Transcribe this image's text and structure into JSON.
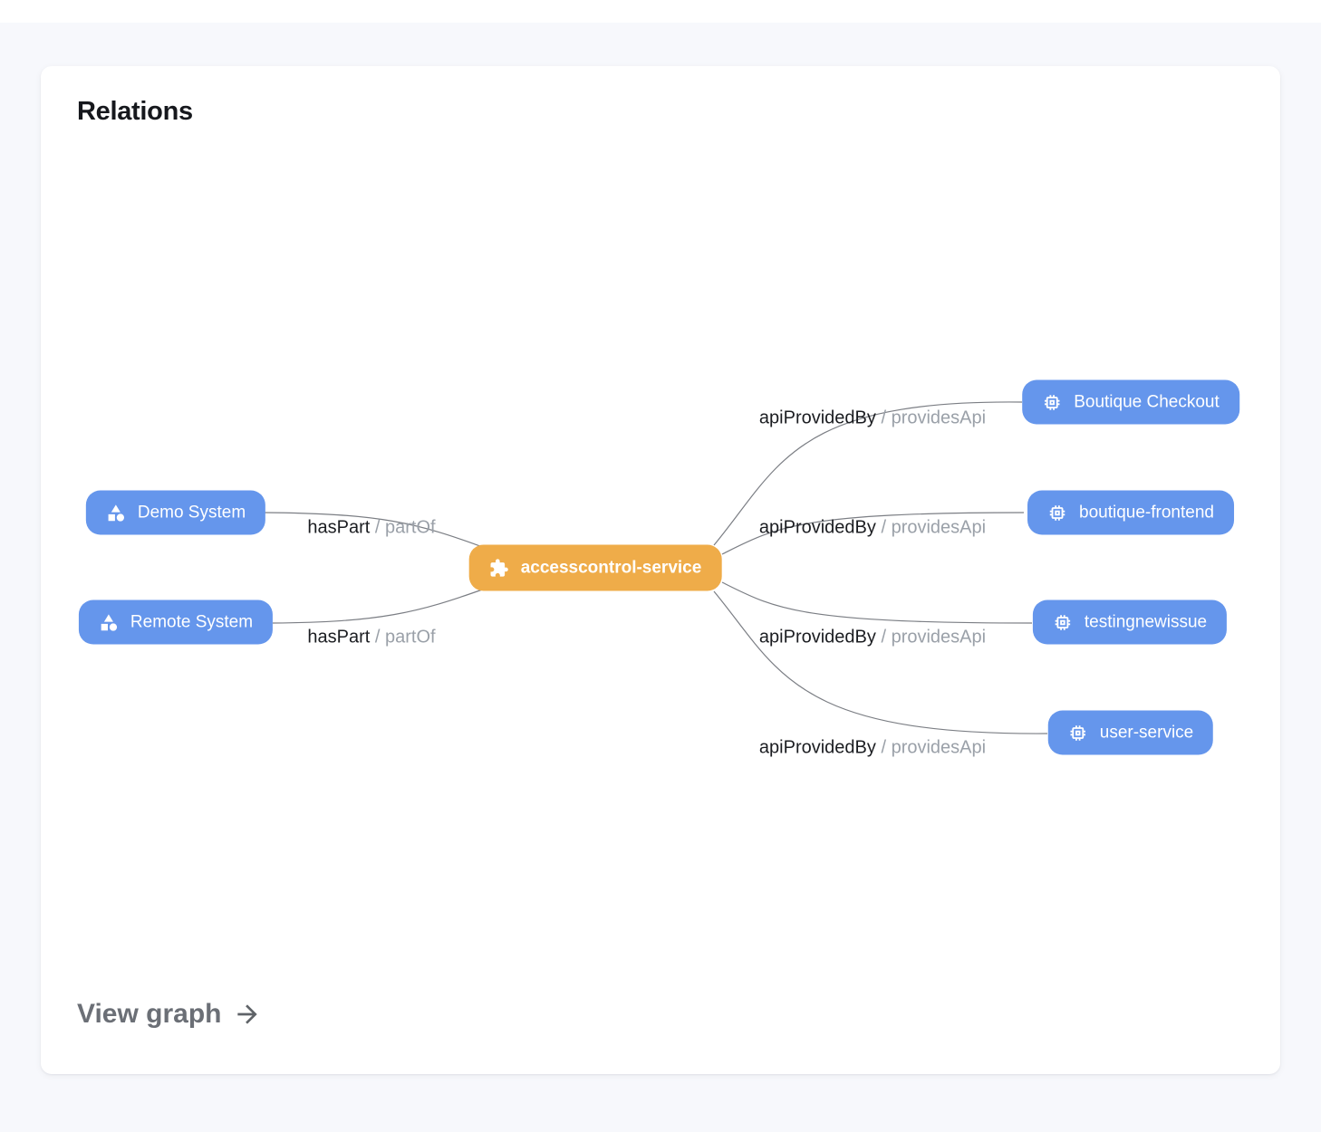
{
  "card": {
    "title": "Relations",
    "view_graph_label": "View graph"
  },
  "colors": {
    "node_blue": "#6596EC",
    "node_orange": "#EFAC49",
    "edge_line": "#7b7e84",
    "edge_label_primary": "#1b1d21",
    "edge_label_secondary": "#9aa0a8",
    "card_background": "#ffffff",
    "page_background": "#f7f8fc"
  },
  "nodes": {
    "center": {
      "label": "accesscontrol-service",
      "icon": "extension-puzzle-icon"
    },
    "left": [
      {
        "label": "Demo System",
        "icon": "category-shapes-icon"
      },
      {
        "label": "Remote System",
        "icon": "category-shapes-icon"
      }
    ],
    "right": [
      {
        "label": "Boutique Checkout",
        "icon": "api-chip-icon"
      },
      {
        "label": "boutique-frontend",
        "icon": "api-chip-icon"
      },
      {
        "label": "testingnewissue",
        "icon": "api-chip-icon"
      },
      {
        "label": "user-service",
        "icon": "api-chip-icon"
      }
    ]
  },
  "edges": [
    {
      "label": "hasPart",
      "reverse": "/ partOf"
    },
    {
      "label": "hasPart",
      "reverse": "/ partOf"
    },
    {
      "label": "apiProvidedBy",
      "reverse": "/ providesApi"
    },
    {
      "label": "apiProvidedBy",
      "reverse": "/ providesApi"
    },
    {
      "label": "apiProvidedBy",
      "reverse": "/ providesApi"
    },
    {
      "label": "apiProvidedBy",
      "reverse": "/ providesApi"
    }
  ]
}
